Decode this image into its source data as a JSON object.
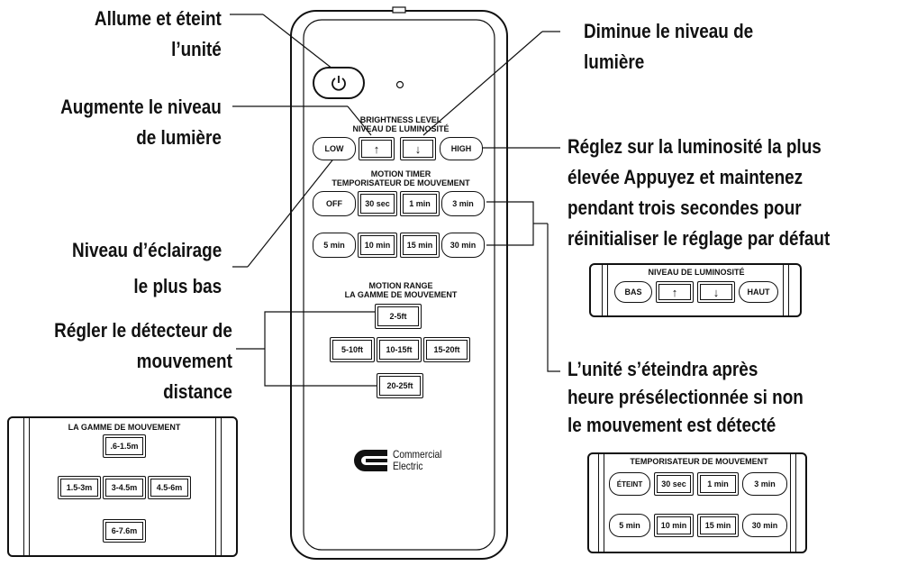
{
  "callouts": {
    "power": [
      "Allume et éteint",
      "l’unité"
    ],
    "up": [
      "Augmente le niveau",
      "de lumière"
    ],
    "low": [
      "Niveau d’éclairage",
      "le plus bas"
    ],
    "range": [
      "Régler le détecteur de",
      "mouvement",
      "distance"
    ],
    "down": [
      "Diminue le niveau de",
      "lumière"
    ],
    "high": [
      "Réglez sur la luminosité la plus",
      "élevée Appuyez et maintenez",
      "pendant trois secondes pour",
      "réinitialiser le réglage par défaut"
    ],
    "timer": [
      "L’unité s’éteindra après",
      "heure présélectionnée si non",
      "le mouvement est détecté"
    ]
  },
  "remote": {
    "brightness_label": [
      "BRIGHTNESS LEVEL",
      "NIVEAU DE LUMINOSITÉ"
    ],
    "brightness_buttons": [
      "LOW",
      "↑",
      "↓",
      "HIGH"
    ],
    "timer_label": [
      "MOTION TIMER",
      "TEMPORISATEUR DE MOUVEMENT"
    ],
    "timer_row1": [
      "OFF",
      "30 sec",
      "1 min",
      "3 min"
    ],
    "timer_row2": [
      "5 min",
      "10 min",
      "15 min",
      "30 min"
    ],
    "range_label": [
      "MOTION RANGE",
      "LA GAMME DE MOUVEMENT"
    ],
    "range_top": "2-5ft",
    "range_mid": [
      "5-10ft",
      "10-15ft",
      "15-20ft"
    ],
    "range_bottom": "20-25ft",
    "brand_line1": "Commercial",
    "brand_line2": "Electric"
  },
  "inset_range": {
    "label": "LA GAMME DE MOUVEMENT",
    "top": ".6-1.5m",
    "mid": [
      "1.5-3m",
      "3-4.5m",
      "4.5-6m"
    ],
    "bottom": "6-7.6m"
  },
  "inset_brightness": {
    "label": "NIVEAU DE LUMINOSITÉ",
    "buttons": [
      "BAS",
      "↑",
      "↓",
      "HAUT"
    ]
  },
  "inset_timer": {
    "label": "TEMPORISATEUR DE MOUVEMENT",
    "row1": [
      "ÉTEINT",
      "30 sec",
      "1 min",
      "3 min"
    ],
    "row2": [
      "5 min",
      "10 min",
      "15 min",
      "30 min"
    ]
  }
}
